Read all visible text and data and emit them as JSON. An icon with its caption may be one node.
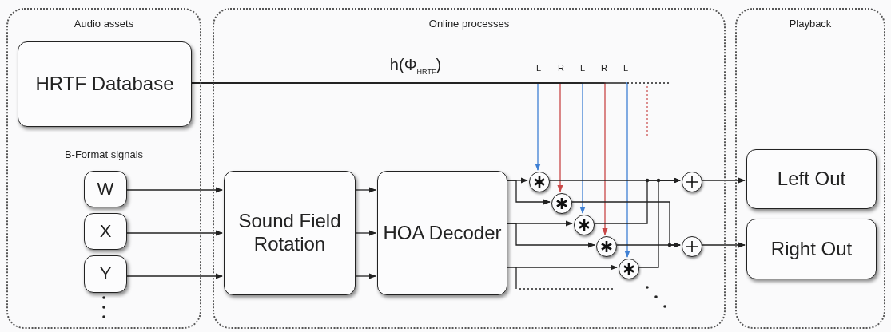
{
  "diagram": {
    "nodes": [
      {
        "text": [
          "Audio assets"
        ]
      },
      {
        "text": [
          "HRTF Database"
        ],
        "in": 0
      },
      {
        "text": [
          "W"
        ],
        "in": 0
      },
      {
        "text": [
          "X"
        ],
        "in": 0
      },
      {
        "text": [
          "Y"
        ],
        "in": 0
      },
      {
        "text": [
          "Online processes"
        ]
      },
      {
        "text": [
          "Sound Field Rotation"
        ],
        "in": 5
      },
      {
        "text": [
          "HOA Decoder"
        ],
        "in": 5
      },
      {
        "text": [],
        "shape": "circle",
        "in": 5
      },
      {
        "text": [],
        "shape": "circle",
        "in": 5
      },
      {
        "text": [],
        "shape": "circle",
        "in": 5
      },
      {
        "text": [],
        "shape": "circle",
        "in": 5
      },
      {
        "text": [],
        "shape": "circle",
        "in": 5
      },
      {
        "text": [],
        "shape": "circle",
        "in": 5
      },
      {
        "text": [],
        "shape": "circle",
        "in": 5
      },
      {
        "text": [
          "Playback"
        ]
      },
      {
        "text": [
          "Left Out"
        ],
        "in": 15
      },
      {
        "text": [
          "Right Out"
        ],
        "in": 15
      }
    ],
    "edges": [
      {
        "from": 2,
        "to": 6,
        "arrow": "to"
      },
      {
        "from": 3,
        "to": 6,
        "arrow": "to"
      },
      {
        "from": 4,
        "to": 6,
        "arrow": "to"
      },
      {
        "from": 6,
        "to": 7,
        "arrow": "to"
      },
      {
        "from": 6,
        "to": 7,
        "arrow": "to"
      },
      {
        "from": 6,
        "to": 7,
        "arrow": "to"
      },
      {
        "from": 1,
        "to": 8,
        "arrow": "to",
        "color": "#3f80d4"
      },
      {
        "from": 1,
        "to": 9,
        "arrow": "to",
        "color": "#c94848"
      },
      {
        "from": 1,
        "to": 10,
        "arrow": "to",
        "color": "#3f80d4"
      },
      {
        "from": 1,
        "to": 11,
        "arrow": "to",
        "color": "#c94848"
      },
      {
        "from": 1,
        "to": 12,
        "arrow": "to",
        "color": "#3f80d4"
      },
      {
        "from": 7,
        "to": 8,
        "arrow": "to"
      },
      {
        "from": 7,
        "to": 9,
        "arrow": "to"
      },
      {
        "from": 7,
        "to": 10,
        "arrow": "to"
      },
      {
        "from": 7,
        "to": 11,
        "arrow": "to"
      },
      {
        "from": 7,
        "to": 12,
        "arrow": "to"
      },
      {
        "from": 8,
        "to": 13,
        "arrow": "to"
      },
      {
        "from": 9,
        "to": 14,
        "arrow": "to"
      },
      {
        "from": 10,
        "to": 13,
        "arrow": "to"
      },
      {
        "from": 11,
        "to": 14,
        "arrow": "to"
      },
      {
        "from": 12,
        "to": 13,
        "arrow": "to"
      },
      {
        "from": 13,
        "to": 16,
        "arrow": "to"
      },
      {
        "from": 14,
        "to": 17,
        "arrow": "to"
      }
    ],
    "labels": [
      "B-Format signals",
      "h(Φ$_{HRTF}$)",
      "L",
      "R",
      "L",
      "R",
      "L"
    ]
  }
}
